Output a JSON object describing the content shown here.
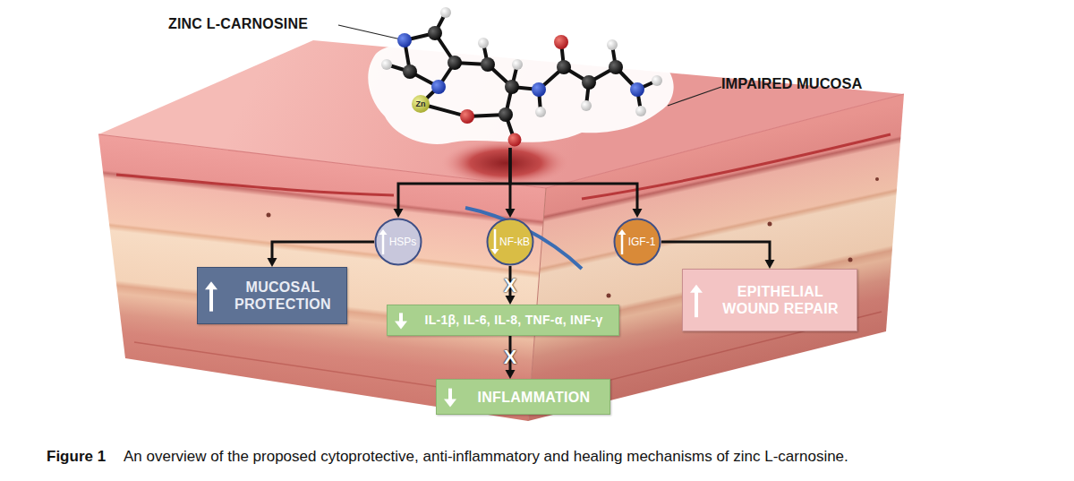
{
  "diagram": {
    "caption": "An overview of the proposed cytoprotective, anti-inflammatory and healing mechanisms of zinc L-carnosine.",
    "nodes": [
      {
        "text": [
          "ZINC L-CARNOSINE",
          "Zn"
        ]
      },
      {
        "text": [
          "HSPs"
        ]
      },
      {
        "text": [
          "NF-kB"
        ]
      },
      {
        "text": [
          "IGF-1"
        ]
      },
      {
        "text": [
          "MUCOSAL PROTECTION"
        ]
      },
      {
        "text": [
          "IL-1β, IL-6, IL-8, TNF-α, INF-γ"
        ]
      },
      {
        "text": [
          "EPITHELIAL WOUND REPAIR"
        ]
      },
      {
        "text": [
          "INFLAMMATION"
        ]
      }
    ],
    "edges": [
      {
        "from": 0,
        "to": 1,
        "arrow": "to"
      },
      {
        "from": 0,
        "to": 2,
        "arrow": "to"
      },
      {
        "from": 0,
        "to": 3,
        "arrow": "to"
      },
      {
        "from": 1,
        "to": 4,
        "arrow": "to"
      },
      {
        "from": 2,
        "to": 5,
        "arrow": "to",
        "label": "X"
      },
      {
        "from": 5,
        "to": 7,
        "arrow": "to",
        "label": "X"
      },
      {
        "from": 3,
        "to": 6,
        "arrow": "to"
      }
    ],
    "labels": [
      "IMPAIRED MUCOSA",
      "Figure 1"
    ]
  }
}
